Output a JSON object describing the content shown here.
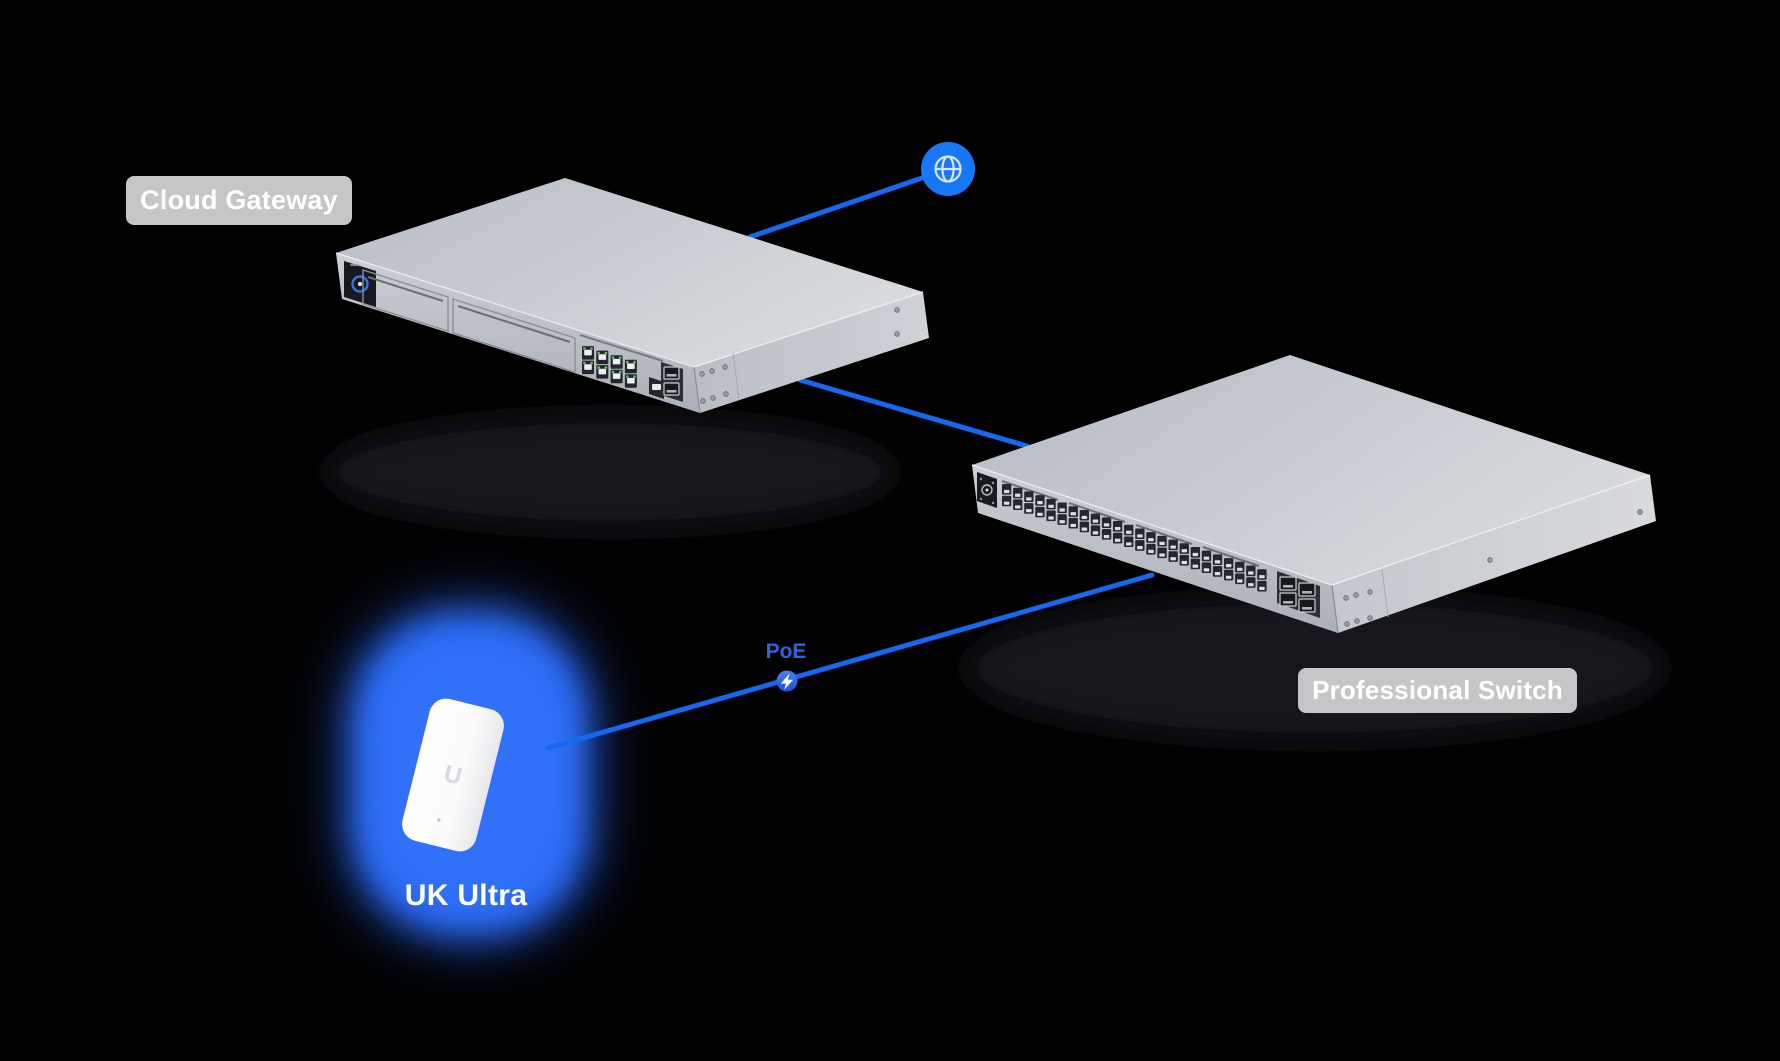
{
  "labels": {
    "cloud_gateway": "Cloud Gateway",
    "professional_switch": "Professional Switch",
    "poe": "PoE",
    "uk_ultra": "UK Ultra"
  },
  "icons": {
    "internet_badge": "globe",
    "poe_badge": "lightning-bolt"
  },
  "colors": {
    "background": "#000000",
    "connection_line": "#1569f0",
    "internet_badge_bg": "#1777f7",
    "internet_glyph": "#d8e6ff",
    "poe_badge_bg": "#2f6ae0",
    "poe_label_text": "#2e65da",
    "uk_ultra_glow": "#2b6cf5",
    "device_label_pill_bg": "#c6c6c8",
    "device_label_text": "#ffffff",
    "device_body_gray": "#c8ccd2"
  },
  "devices": [
    {
      "id": "cloud-gateway",
      "label": "Cloud Gateway",
      "front_ports_rj45": 8,
      "front_ports_sfp": 2
    },
    {
      "id": "professional-switch",
      "label": "Professional Switch",
      "front_ports_rj45": 48,
      "front_ports_sfp": 4
    },
    {
      "id": "uk-ultra",
      "label": "UK Ultra"
    }
  ],
  "connections": [
    {
      "from": "cloud-gateway",
      "to": "internet"
    },
    {
      "from": "cloud-gateway",
      "to": "professional-switch"
    },
    {
      "from": "professional-switch",
      "to": "uk-ultra",
      "note": "PoE"
    }
  ]
}
